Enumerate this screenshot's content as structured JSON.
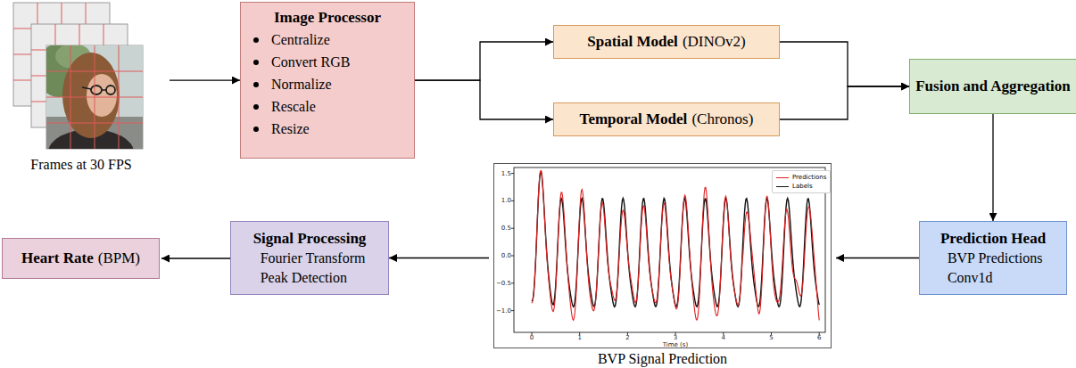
{
  "diagram": {
    "nodes": [
      {
        "text": [
          "Frames at 30 FPS"
        ]
      },
      {
        "text": [
          "Image Processor",
          "Centralize",
          "Convert RGB",
          "Normalize",
          "Rescale",
          "Resize"
        ]
      },
      {
        "text": [
          "Spatial Model",
          "(DINOv2)"
        ]
      },
      {
        "text": [
          "Temporal Model",
          "(Chronos)"
        ]
      },
      {
        "text": [
          "Fusion and Aggregation"
        ]
      },
      {
        "text": [
          "Prediction Head",
          "BVP Predictions",
          "Conv1d"
        ]
      },
      {
        "text": [
          "BVP Signal Prediction"
        ]
      },
      {
        "text": [
          "Signal Processing",
          "Fourier Transform",
          "Peak Detection"
        ]
      },
      {
        "text": [
          "Heart Rate",
          "(BPM)"
        ]
      }
    ],
    "edges": [
      {
        "from": 0,
        "to": 1,
        "arrow": "to"
      },
      {
        "from": 1,
        "to": 2,
        "arrow": "to"
      },
      {
        "from": 1,
        "to": 3,
        "arrow": "to"
      },
      {
        "from": 2,
        "to": 4,
        "arrow": "to"
      },
      {
        "from": 3,
        "to": 4,
        "arrow": "to"
      },
      {
        "from": 4,
        "to": 5,
        "arrow": "to"
      },
      {
        "from": 5,
        "to": 6,
        "arrow": "to"
      },
      {
        "from": 6,
        "to": 7,
        "arrow": "to"
      },
      {
        "from": 7,
        "to": 8,
        "arrow": "to"
      }
    ],
    "labels": [
      "1.5",
      "1.0",
      "0.5",
      "0.0",
      "−0.5",
      "−1.0",
      "0",
      "1",
      "2",
      "3",
      "4",
      "5",
      "6",
      "Time (s)"
    ],
    "legend": [
      {
        "text": "Predictions"
      },
      {
        "text": "Labels"
      }
    ]
  }
}
